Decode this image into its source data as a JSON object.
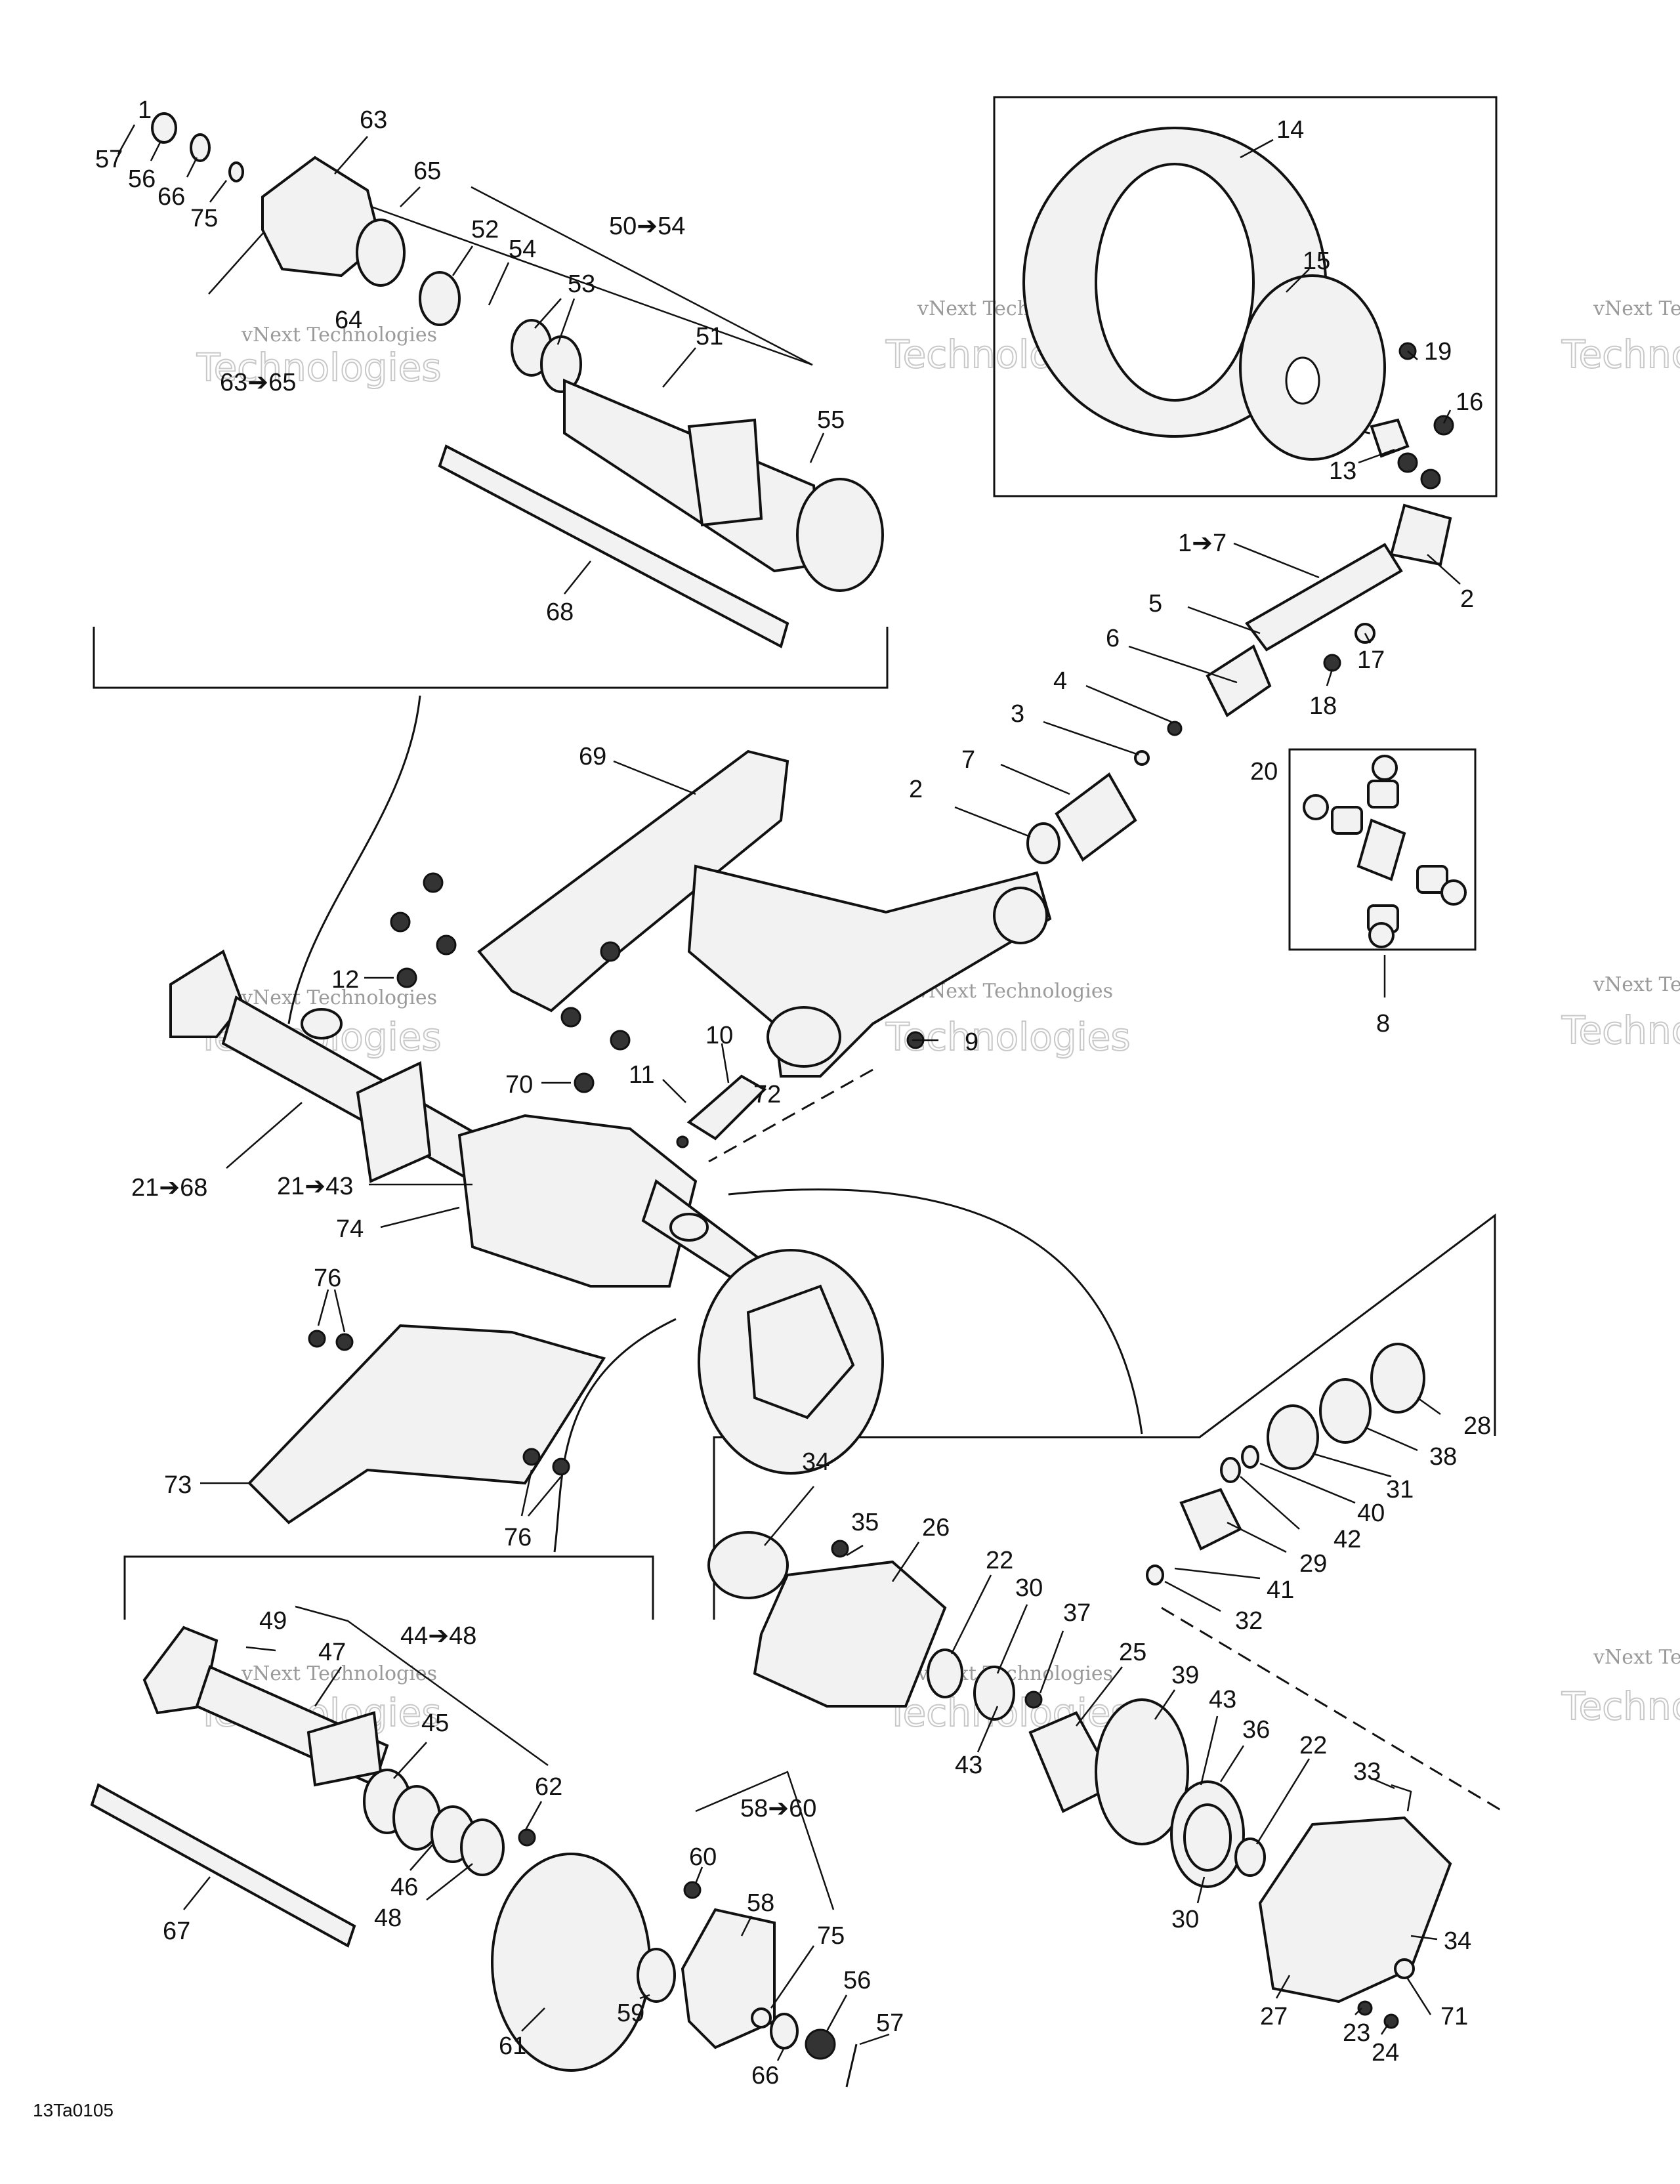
{
  "diagram": {
    "figure_code": "13Ta0105",
    "reference_mark": "1",
    "watermark": {
      "line1": "vNext Technologies",
      "line2": "Technologies"
    },
    "labels": {
      "l57a": "57",
      "l56a": "56",
      "l66a": "66",
      "l75a": "75",
      "l63": "63",
      "l65": "65",
      "l64": "64",
      "l6365": "63➔65",
      "l52": "52",
      "l54": "54",
      "l5054": "50➔54",
      "l53": "53",
      "l51": "51",
      "l55": "55",
      "l68": "68",
      "l14": "14",
      "l15": "15",
      "l19": "19",
      "l16": "16",
      "l13": "13",
      "l17a": "1➔7",
      "l2a": "2",
      "l5": "5",
      "l6": "6",
      "l4": "4",
      "l3": "3",
      "l7": "7",
      "l2b": "2",
      "l17": "17",
      "l18": "18",
      "l20": "20",
      "l8": "8",
      "l69": "69",
      "l12": "12",
      "l10": "10",
      "l11": "11",
      "l72": "72",
      "l9": "9",
      "l70": "70",
      "l2168": "21➔68",
      "l2143": "21➔43",
      "l74": "74",
      "l76a": "76",
      "l73": "73",
      "l76b": "76",
      "l28": "28",
      "l38": "38",
      "l31": "31",
      "l40": "40",
      "l42": "42",
      "l29": "29",
      "l41": "41",
      "l32": "32",
      "l34a": "34",
      "l35": "35",
      "l26": "26",
      "l22a": "22",
      "l30a": "30",
      "l37": "37",
      "l25": "25",
      "l39": "39",
      "l43a": "43",
      "l36": "36",
      "l43b": "43",
      "l22b": "22",
      "l33": "33",
      "l30b": "30",
      "l34b": "34",
      "l27": "27",
      "l23": "23",
      "l24": "24",
      "l71": "71",
      "l49": "49",
      "l47": "47",
      "l4448": "44➔48",
      "l45": "45",
      "l62": "62",
      "l46": "46",
      "l48": "48",
      "l67": "67",
      "l5860": "58➔60",
      "l60": "60",
      "l58": "58",
      "l75b": "75",
      "l56b": "56",
      "l61": "61",
      "l59": "59",
      "l66b": "66",
      "l57b": "57"
    }
  }
}
